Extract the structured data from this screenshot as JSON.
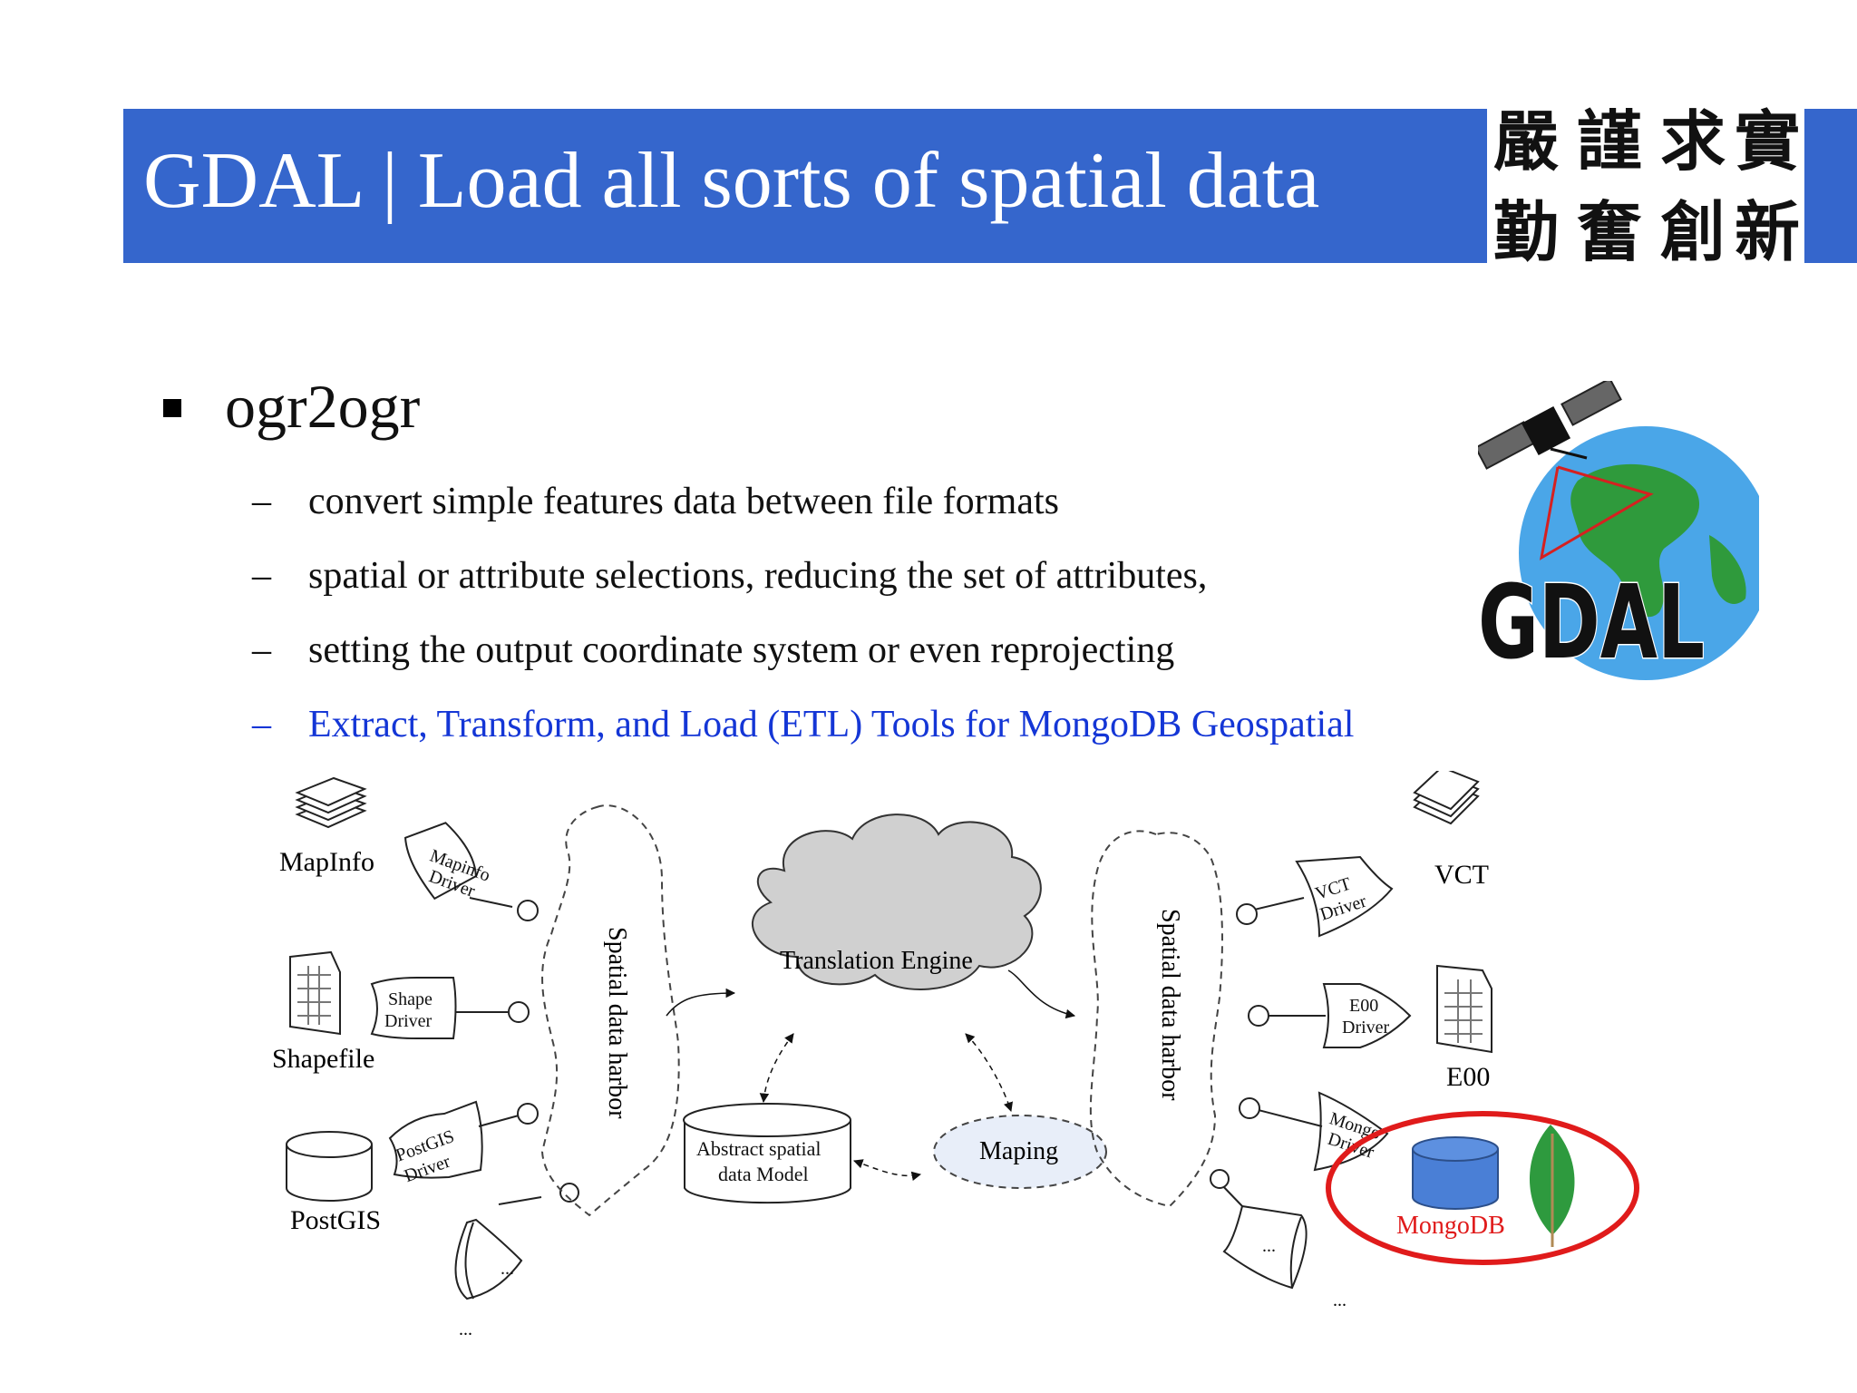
{
  "slide": {
    "title": "GDAL | Load all sorts of spatial data",
    "motto": [
      "嚴",
      "謹",
      "求",
      "實",
      "勤",
      "奮",
      "創",
      "新"
    ],
    "heading": "ogr2ogr",
    "items": [
      "convert simple features data between file formats",
      "spatial or attribute selections, reducing the set of attributes,",
      "setting the output coordinate system or even reprojecting",
      "Extract, Transform, and Load (ETL)  Tools for MongoDB Geospatial"
    ],
    "dash": "–"
  },
  "logo": {
    "text": "GDAL"
  },
  "diagram": {
    "left_sources": {
      "mapinfo": "MapInfo",
      "shapefile": "Shapefile",
      "postgis": "PostGIS"
    },
    "left_drivers": {
      "mapinfo": [
        "Mapinfo",
        "Driver"
      ],
      "shape": [
        "Shape",
        "Driver"
      ],
      "postgis": [
        "PostGIS",
        "Driver"
      ]
    },
    "harbor_label": "Spatial data harbor",
    "engine": "Translation Engine",
    "model": [
      "Abstract spatial",
      "data Model"
    ],
    "maping": "Maping",
    "right_drivers": {
      "vct": [
        "VCT",
        "Driver"
      ],
      "e00": [
        "E00",
        "Driver"
      ],
      "mongo": [
        "Mongo",
        "Driver"
      ]
    },
    "right_targets": {
      "vct": "VCT",
      "e00": "E00",
      "mongodb": "MongoDB"
    },
    "ellipsis": "..."
  },
  "colors": {
    "title_bar": "#3566cc",
    "link": "#1436d6",
    "highlight": "#e01b1b",
    "mongo_db": "#4a7fd6",
    "mongo_leaf": "#2e9a3e"
  }
}
